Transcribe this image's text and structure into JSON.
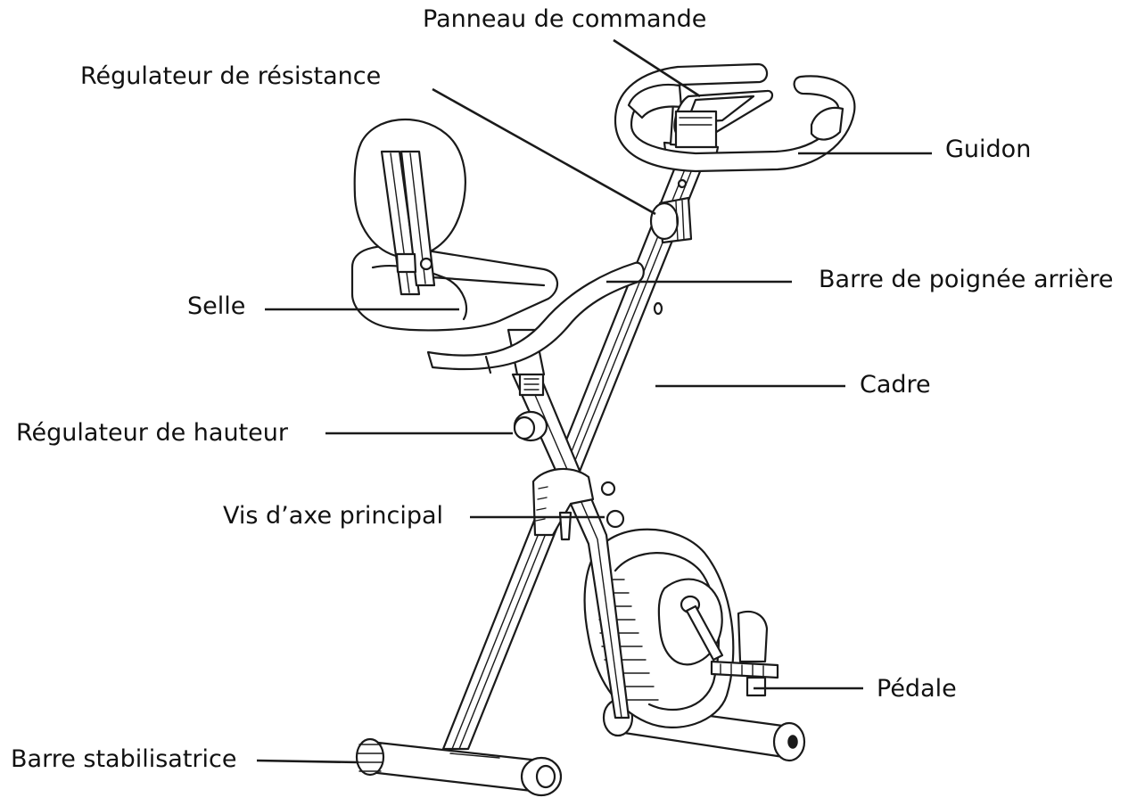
{
  "labels": {
    "control_panel": "Panneau de commande",
    "resistance_regulator": "Régulateur de résistance",
    "handlebar": "Guidon",
    "rear_grip_bar": "Barre de poignée arrière",
    "seat": "Selle",
    "frame": "Cadre",
    "height_regulator": "Régulateur de hauteur",
    "main_axis_screw": "Vis d’axe principal",
    "pedal": "Pédale",
    "stabilizer_bar": "Barre stabilisatrice"
  },
  "colors": {
    "line": "#1a1a1a",
    "background": "#ffffff"
  }
}
